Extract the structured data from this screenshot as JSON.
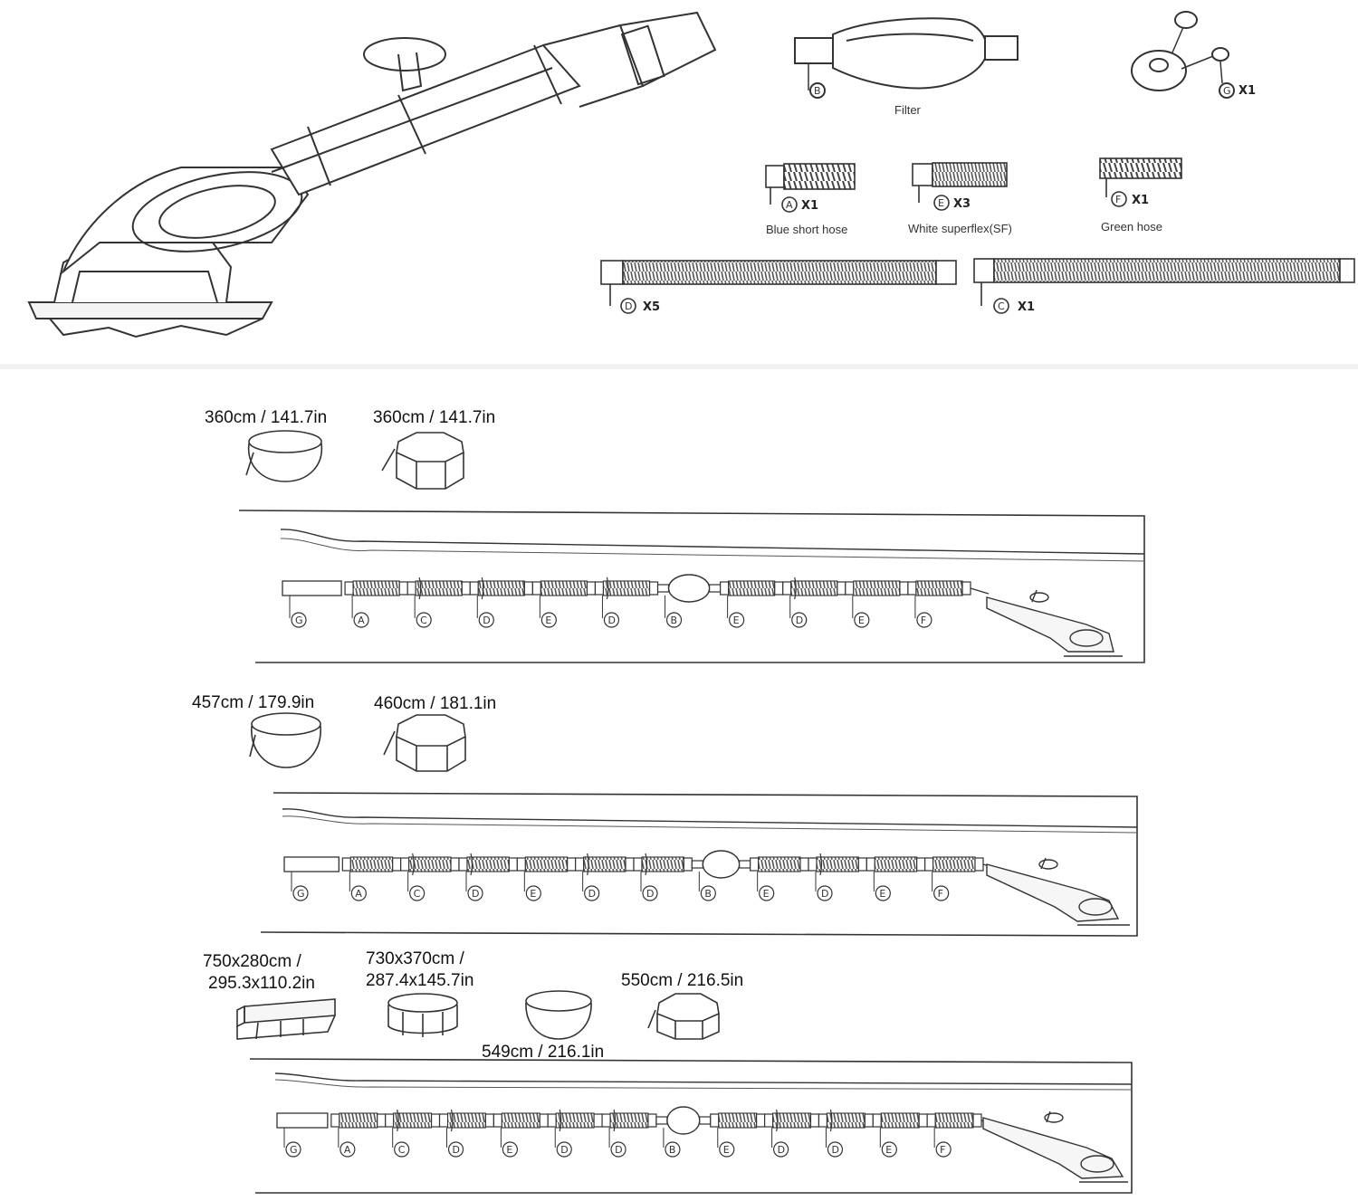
{
  "colors": {
    "line": "#333333",
    "hose": "#555555",
    "paper": "#ffffff",
    "divider": "#e8e8e8"
  },
  "parts": [
    {
      "id": "B",
      "name": "Filter",
      "qty": ""
    },
    {
      "id": "G",
      "name": "",
      "qty": "X1"
    },
    {
      "id": "A",
      "name": "Blue short hose",
      "qty": "X1"
    },
    {
      "id": "E",
      "name": "White superflex(SF)",
      "qty": "X3"
    },
    {
      "id": "F",
      "name": "Green hose",
      "qty": "X1"
    },
    {
      "id": "D",
      "name": "",
      "qty": "X5"
    },
    {
      "id": "C",
      "name": "",
      "qty": "X1"
    }
  ],
  "setups": [
    {
      "pools": [
        {
          "icon": "round-pool",
          "label": "360cm / 141.7in"
        },
        {
          "icon": "octagon-pool",
          "label": "360cm / 141.7in"
        }
      ],
      "sequence": [
        "G",
        "A",
        "C",
        "D",
        "E",
        "D",
        "B",
        "E",
        "D",
        "E",
        "F"
      ]
    },
    {
      "pools": [
        {
          "icon": "round-pool",
          "label": "457cm / 179.9in"
        },
        {
          "icon": "octagon-pool",
          "label": "460cm / 181.1in"
        }
      ],
      "sequence": [
        "G",
        "A",
        "C",
        "D",
        "E",
        "D",
        "D",
        "B",
        "E",
        "D",
        "E",
        "F"
      ]
    },
    {
      "pools": [
        {
          "icon": "rect-frame-pool",
          "label_line1": "750x280cm /",
          "label_line2": "295.3x110.2in"
        },
        {
          "icon": "oval-frame-pool",
          "label_line1": "730x370cm /",
          "label_line2": "287.4x145.7in"
        },
        {
          "icon": "round-pool",
          "label": "549cm / 216.1in"
        },
        {
          "icon": "octagon-pool",
          "label": "550cm / 216.5in"
        }
      ],
      "sequence": [
        "G",
        "A",
        "C",
        "D",
        "E",
        "D",
        "D",
        "B",
        "E",
        "D",
        "D",
        "E",
        "F"
      ]
    }
  ]
}
